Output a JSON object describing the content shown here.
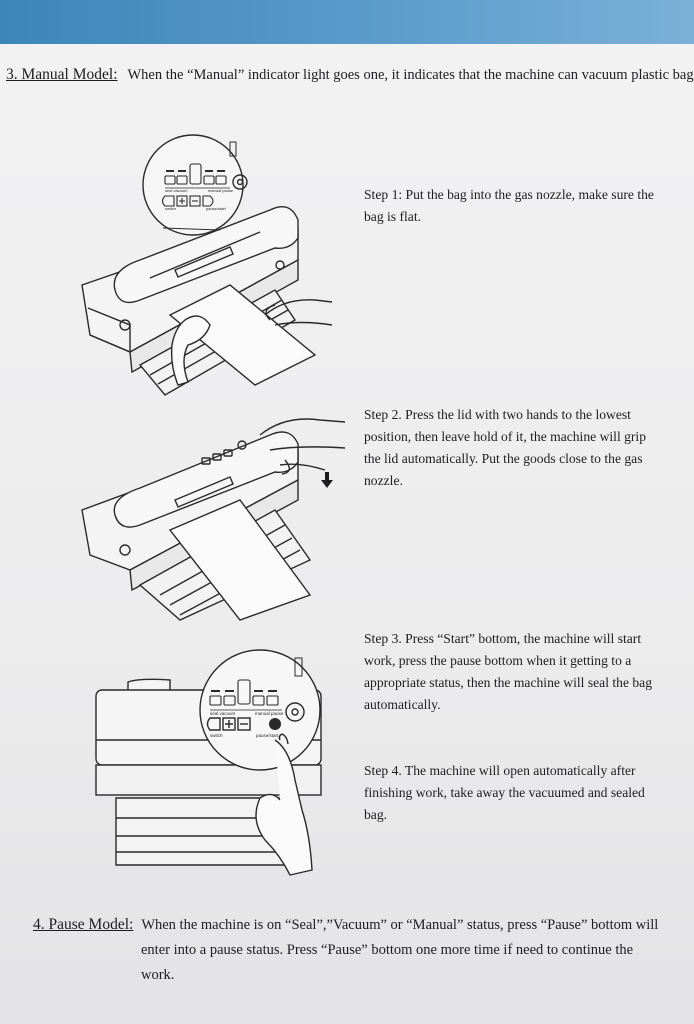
{
  "manual": {
    "label": "3. Manual Model:",
    "text": "When the “Manual” indicator light goes one, it indicates that the machine can vacuum plastic bags."
  },
  "steps": [
    {
      "text": "Step 1: Put the bag into the gas nozzle, make sure the bag is flat."
    },
    {
      "text": "Step 2. Press the lid with two hands to the lowest position, then leave hold of it, the machine will grip the lid automatically. Put the goods close to the gas nozzle."
    },
    {
      "text": "Step 3. Press “Start” bottom, the machine will start work, press the pause bottom when it getting to a appropriate status, then the machine will seal the bag automatically."
    },
    {
      "text": "Step 4. The machine will open automatically after finishing work, take away the vacuumed and sealed bag."
    }
  ],
  "pause": {
    "label": "4. Pause Model:",
    "line1": "When the machine is on “Seal”,”Vacuum” or “Manual” status, press “Pause” bottom will",
    "line2": "enter into a pause status. Press “Pause” bottom one more time if need to continue the work."
  },
  "panel": {
    "seal_vacuum": "seal vacuum",
    "manual_pause": "manual pause",
    "switch": "switch",
    "pause_start": "pause/start"
  }
}
